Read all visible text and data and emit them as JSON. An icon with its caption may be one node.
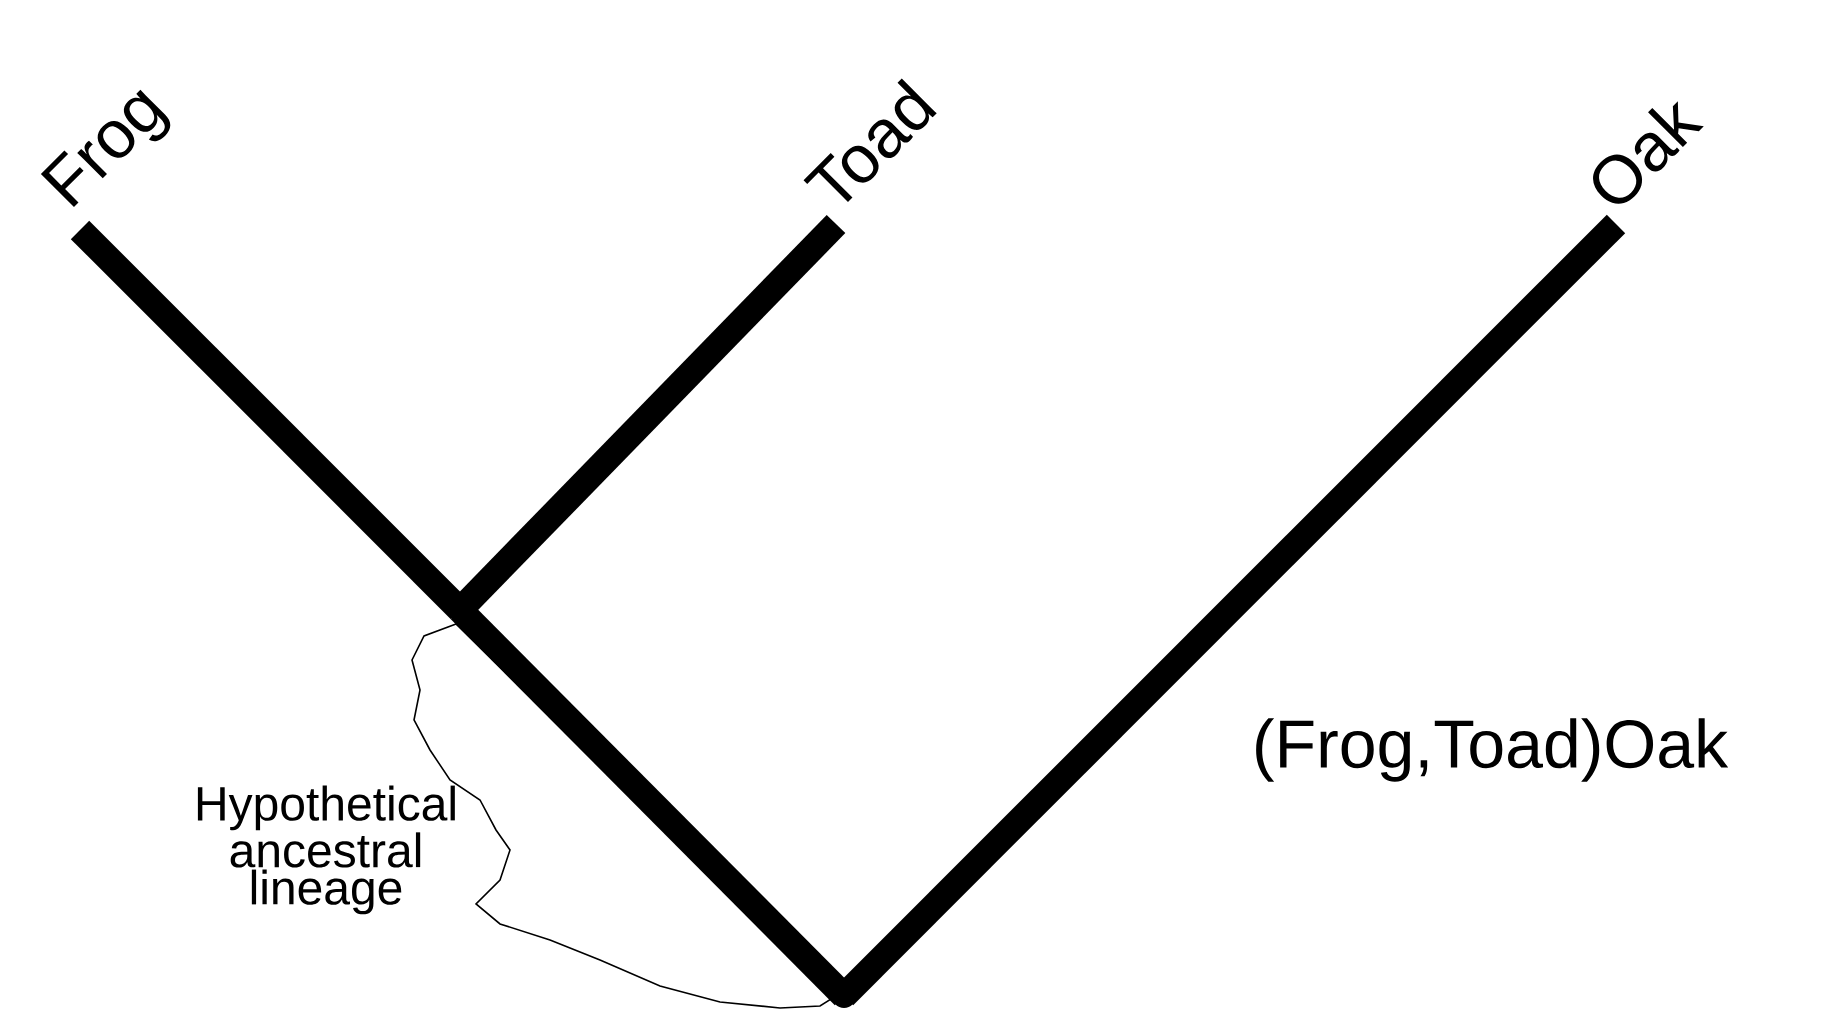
{
  "diagram": {
    "nodes": [
      {
        "text": [
          "Frog"
        ]
      },
      {
        "text": [
          "Toad"
        ]
      },
      {
        "text": [
          "Oak"
        ]
      },
      {
        "text": [],
        "shape": "point"
      },
      {
        "text": [],
        "shape": "point"
      }
    ],
    "edges": [
      {
        "from": 4,
        "to": 3,
        "arrow": "none"
      },
      {
        "from": 3,
        "to": 0,
        "arrow": "none"
      },
      {
        "from": 3,
        "to": 1,
        "arrow": "none"
      },
      {
        "from": 4,
        "to": 2,
        "arrow": "none"
      }
    ],
    "labels": [
      "Hypothetical ancestral lineage",
      "(Frog,Toad)Oak"
    ]
  }
}
